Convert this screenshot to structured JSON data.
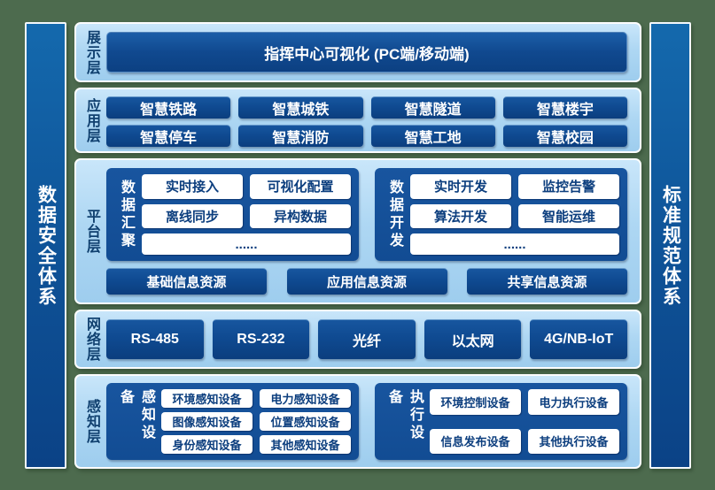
{
  "pillars": {
    "left": "数据安全体系",
    "right": "标准规范体系"
  },
  "layers": {
    "display": {
      "label": "展示层",
      "box": "指挥中心可视化 (PC端/移动端)"
    },
    "application": {
      "label": "应用层",
      "boxes": [
        "智慧铁路",
        "智慧城铁",
        "智慧隧道",
        "智慧楼宇",
        "智慧停车",
        "智慧消防",
        "智慧工地",
        "智慧校园"
      ]
    },
    "platform": {
      "label": "平台层",
      "groups": [
        {
          "label": "数据汇聚",
          "items": [
            "实时接入",
            "可视化配置",
            "离线同步",
            "异构数据"
          ],
          "more": "......"
        },
        {
          "label": "数据开发",
          "items": [
            "实时开发",
            "监控告警",
            "算法开发",
            "智能运维"
          ],
          "more": "......"
        }
      ],
      "resources": [
        "基础信息资源",
        "应用信息资源",
        "共享信息资源"
      ]
    },
    "network": {
      "label": "网络层",
      "boxes": [
        "RS-485",
        "RS-232",
        "光纤",
        "以太网",
        "4G/NB-IoT"
      ]
    },
    "perception": {
      "label": "感知层",
      "groups": [
        {
          "label": "感知设备",
          "items": [
            "环境感知设备",
            "电力感知设备",
            "图像感知设备",
            "位置感知设备",
            "身份感知设备",
            "其他感知设备"
          ]
        },
        {
          "label": "执行设备",
          "items": [
            "环境控制设备",
            "电力执行设备",
            "信息发布设备",
            "其他执行设备"
          ]
        }
      ]
    }
  },
  "colors": {
    "background_green": "#4d6b4e",
    "panel_light_blue": "#aed7f3",
    "box_dark_blue": "#0f4a91",
    "group_container_blue": "#144f97",
    "pillar_blue": "#0e5196",
    "white_box_text": "#0c3e7e",
    "layer_label_text": "#10406f",
    "box_text": "#ffffff",
    "panel_border": "#fcfdfe"
  }
}
